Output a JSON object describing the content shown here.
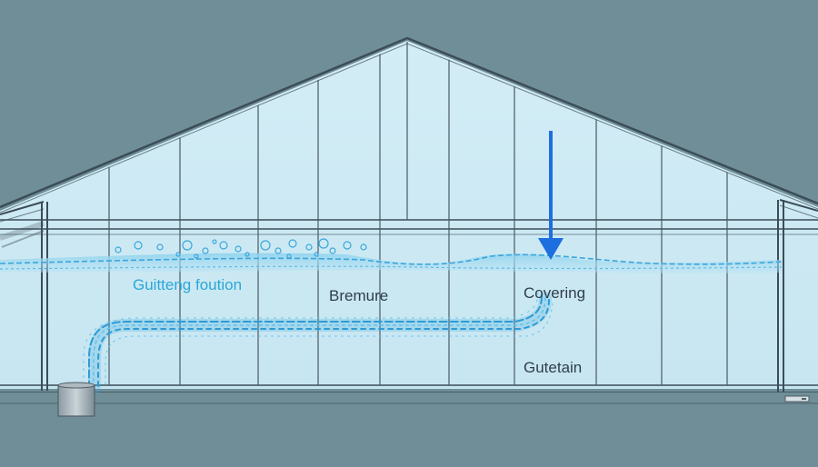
{
  "labels": {
    "gutter_label": "Guitteng foution",
    "pressure_label": "Bremure",
    "covering_label": "Covering",
    "drain_label": "Gutetain"
  },
  "colors": {
    "background": "#6f8e98",
    "glass": "#cfeaf3",
    "frame": "#3c4d57",
    "water": "#3aa6dd",
    "arrow": "#1d6fe0"
  },
  "icons": {
    "rain_arrow": "down-arrow-icon",
    "downspout": "cylinder-icon"
  }
}
